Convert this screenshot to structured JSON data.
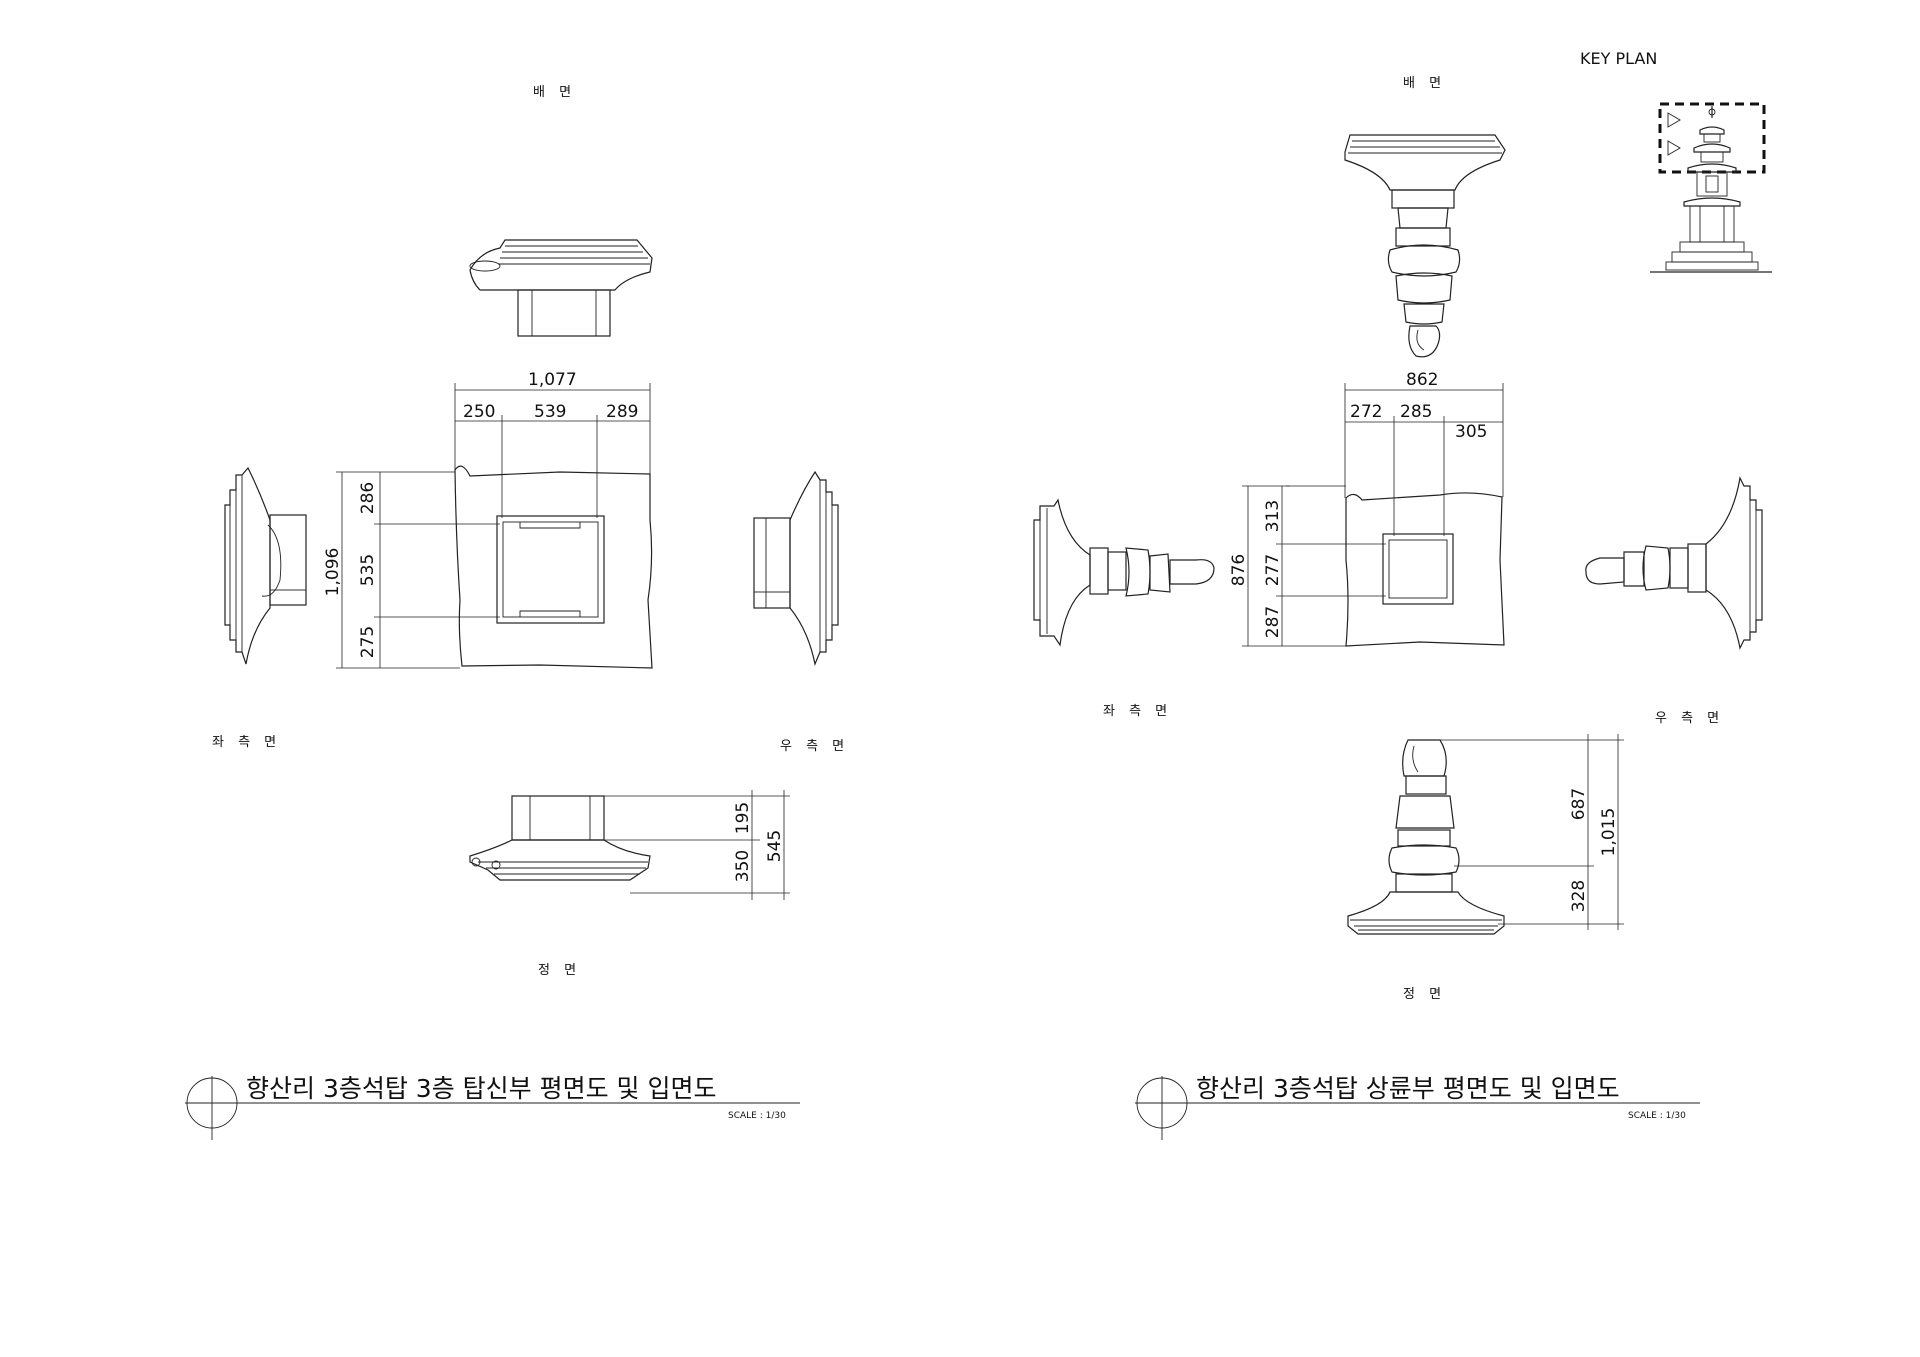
{
  "key_plan": {
    "label": "KEY PLAN"
  },
  "left_sheet": {
    "views": {
      "back": "배 면",
      "left": "좌 측 면",
      "right": "우 측 면",
      "front": "정 면"
    },
    "dims": {
      "total_width": "1,077",
      "w1": "250",
      "w2": "539",
      "w3": "289",
      "total_depth": "1,096",
      "d1": "286",
      "d2": "535",
      "d3": "275",
      "h1": "195",
      "h2": "350",
      "h_total": "545"
    },
    "title": "향산리 3층석탑 3층 탑신부 평면도 및 입면도",
    "scale": "SCALE : 1/30"
  },
  "right_sheet": {
    "views": {
      "back": "배 면",
      "left": "좌 측 면",
      "right": "우 측 면",
      "front": "정 면"
    },
    "dims": {
      "total_width": "862",
      "w1": "272",
      "w2": "285",
      "w3": "305",
      "total_depth": "876",
      "d1": "313",
      "d2": "277",
      "d3": "287",
      "h1": "687",
      "h2": "328",
      "h_total": "1,015"
    },
    "title": "향산리 3층석탑 상륜부 평면도 및 입면도",
    "scale": "SCALE : 1/30"
  }
}
